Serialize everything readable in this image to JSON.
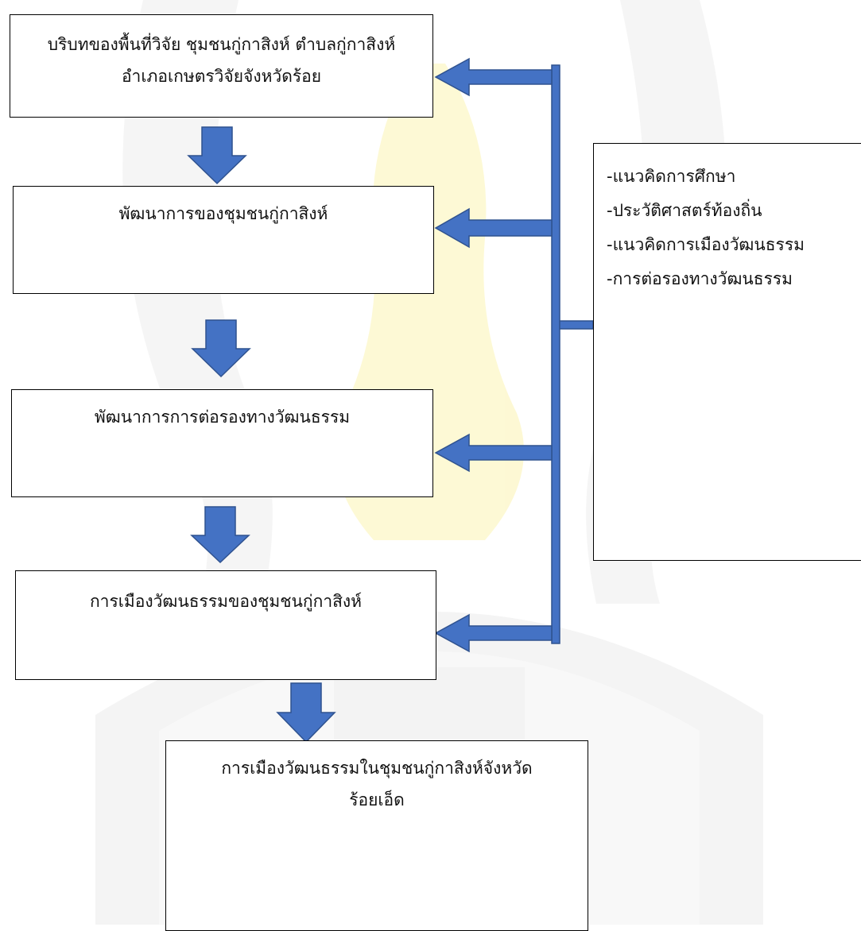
{
  "boxes": [
    {
      "lines": [
        "บริบทของพื้นที่วิจัย ชุมชนกู่กาสิงห์ ตำบลกู่กาสิงห์",
        "อำเภอเกษตรวิจัยจังหวัดร้อย"
      ]
    },
    {
      "lines": [
        "พัฒนาการของชุมชนกู่กาสิงห์"
      ]
    },
    {
      "lines": [
        "พัฒนาการการต่อรองทางวัฒนธรรม"
      ]
    },
    {
      "lines": [
        "การเมืองวัฒนธรรมของชุมชนกู่กาสิงห์"
      ]
    },
    {
      "lines": [
        "การเมืองวัฒนธรรมในชุมชนกู่กาสิงห์จังหวัด",
        "ร้อยเอ็ด"
      ]
    }
  ],
  "concepts": [
    "-แนวคิดการศึกษา",
    "-ประวัติศาสตร์ท้องถิ่น",
    "-แนวคิดการเมืองวัฒนธรรม",
    "-การต่อรองทางวัฒนธรรม"
  ],
  "colors": {
    "arrow_fill": "#4472c4",
    "arrow_stroke": "#2f528f",
    "box_border": "#000000",
    "watermark": "#f1f1f1",
    "watermark_accent": "#fdf8d0"
  }
}
